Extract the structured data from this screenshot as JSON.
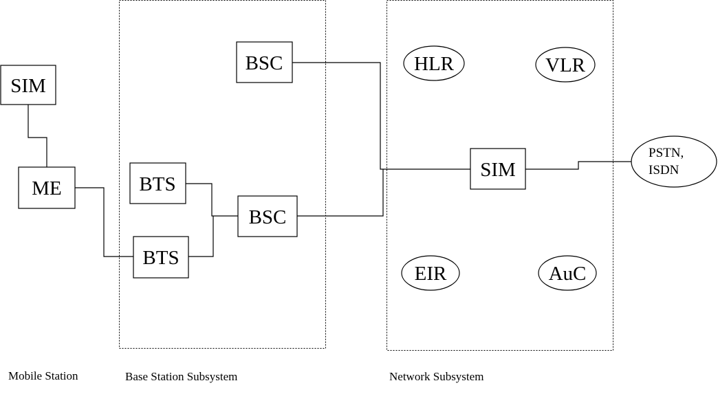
{
  "groups": {
    "mobile_station": "Mobile Station",
    "base_station_subsystem": "Base Station Subsystem",
    "network_subsystem": "Network Subsystem"
  },
  "nodes": {
    "sim_ms": "SIM",
    "me": "ME",
    "bts_top": "BTS",
    "bts_bottom": "BTS",
    "bsc_top": "BSC",
    "bsc_bottom": "BSC",
    "hlr": "HLR",
    "vlr": "VLR",
    "eir": "EIR",
    "auc": "AuC",
    "sim_center": "SIM",
    "pstn_line1": "PSTN,",
    "pstn_line2": "ISDN"
  },
  "colors": {
    "line": "#000000",
    "background": "#ffffff"
  }
}
